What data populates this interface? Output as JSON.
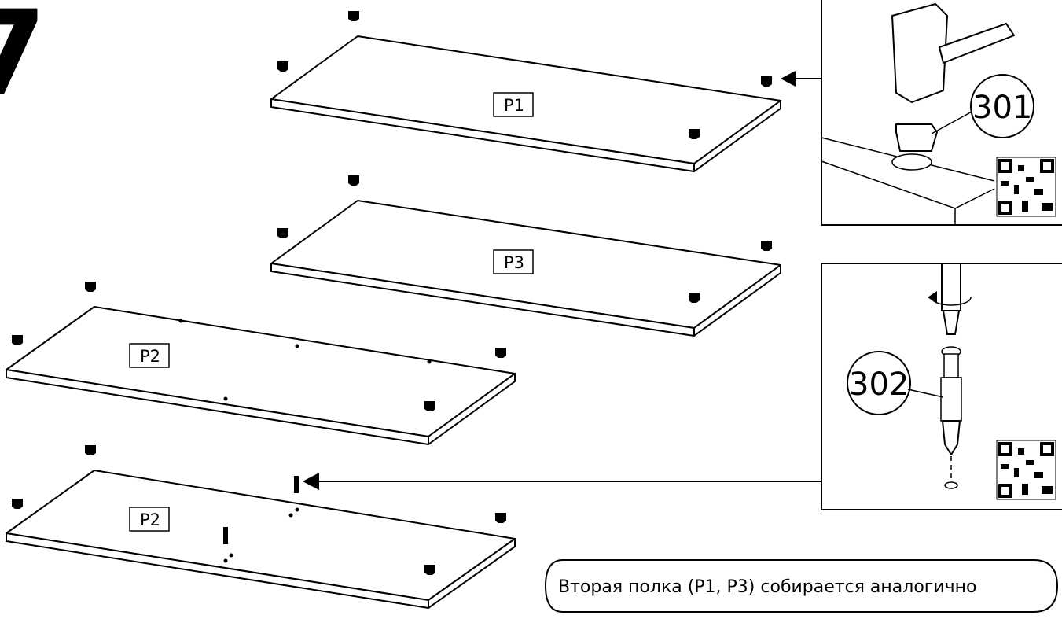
{
  "step_number": "7",
  "panels": [
    {
      "label": "P1"
    },
    {
      "label": "P3"
    },
    {
      "label": "P2"
    },
    {
      "label": "P2"
    }
  ],
  "details": {
    "cam_lock": {
      "part_number": "301",
      "icon": "hammer-icon"
    },
    "cam_bolt": {
      "part_number": "302",
      "icon": "screwdriver-icon"
    }
  },
  "note": "Вторая полка (P1, P3) собирается аналогично"
}
